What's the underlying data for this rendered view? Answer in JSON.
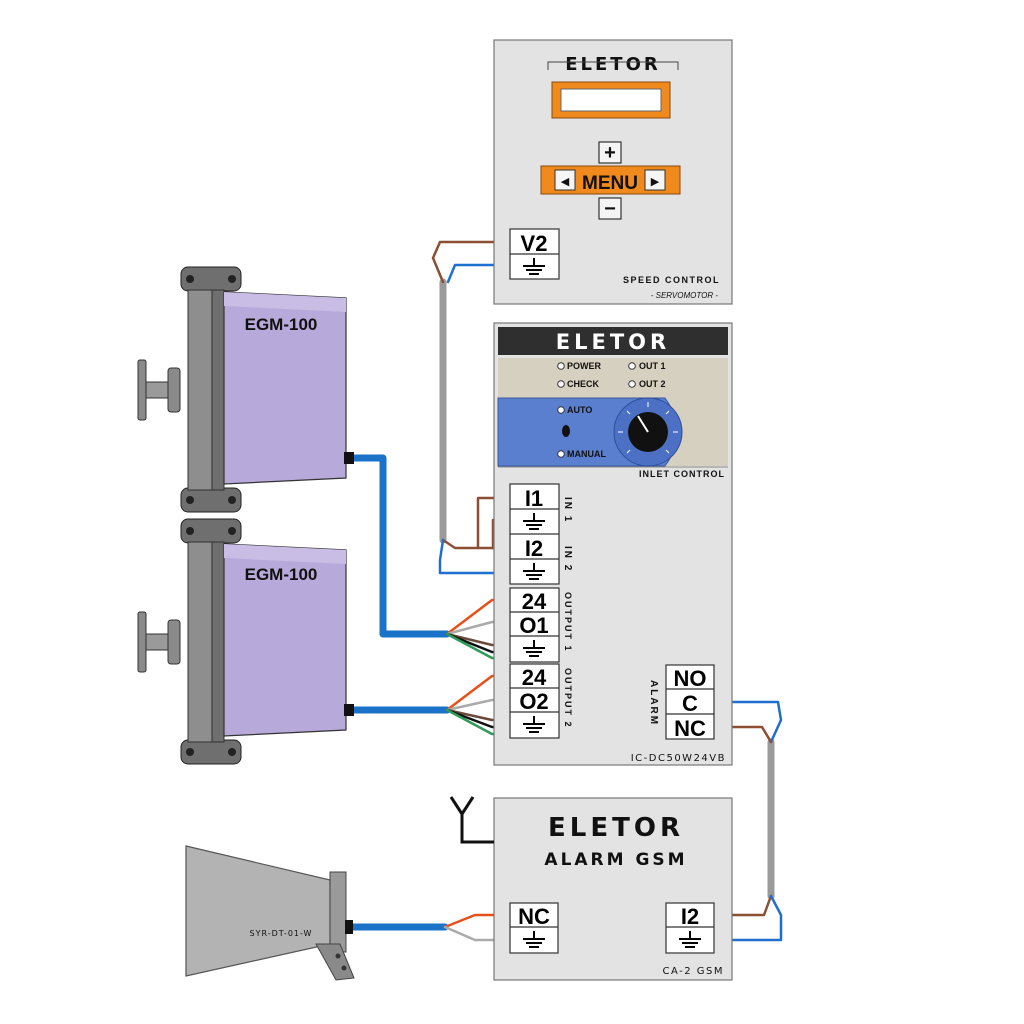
{
  "speed_control": {
    "brand": "ELETOR",
    "menu_label": "MENU",
    "plus_symbol": "+",
    "minus_symbol": "−",
    "left_arrow": "◀",
    "right_arrow": "▶",
    "terminal_v2": "V2",
    "title": "SPEED CONTROL",
    "subtitle": "- SERVOMOTOR -"
  },
  "inlet_control": {
    "brand": "ELETOR",
    "led_power": "POWER",
    "led_check": "CHECK",
    "led_out1": "OUT 1",
    "led_out2": "OUT 2",
    "switch_auto": "AUTO",
    "switch_manual": "MANUAL",
    "panel_label": "INLET CONTROL",
    "model": "IC-DC50W24VB",
    "terminals": {
      "i1": "I1",
      "i2": "I2",
      "v24_a": "24",
      "o1": "O1",
      "v24_b": "24",
      "o2": "O2",
      "no": "NO",
      "c": "C",
      "nc": "NC"
    },
    "group_in1": "IN 1",
    "group_in2": "IN 2",
    "group_out1": "OUTPUT 1",
    "group_out2": "OUTPUT 2",
    "group_alarm": "ALARM"
  },
  "motors": {
    "top_label": "EGM-100",
    "bottom_label": "EGM-100"
  },
  "gsm_alarm": {
    "brand": "ELETOR",
    "title": "ALARM GSM",
    "terminal_nc": "NC",
    "terminal_i2": "I2",
    "model": "CA-2 GSM"
  },
  "siren": {
    "label": "SYR-DT-01-W"
  },
  "colors": {
    "panel_gray": "#e3e3e3",
    "orange": "#f08a1c",
    "header_dark": "#2f2f2f",
    "blue_panel": "#5a7fcf",
    "motor_purple": "#b7a9d9",
    "cable_blue": "#1a73c8",
    "wire_brown": "#9a5a3c",
    "wire_orange": "#e8501a",
    "wire_gray": "#b0b0b0",
    "wire_green": "#2f9a5a",
    "wire_black": "#111111"
  }
}
